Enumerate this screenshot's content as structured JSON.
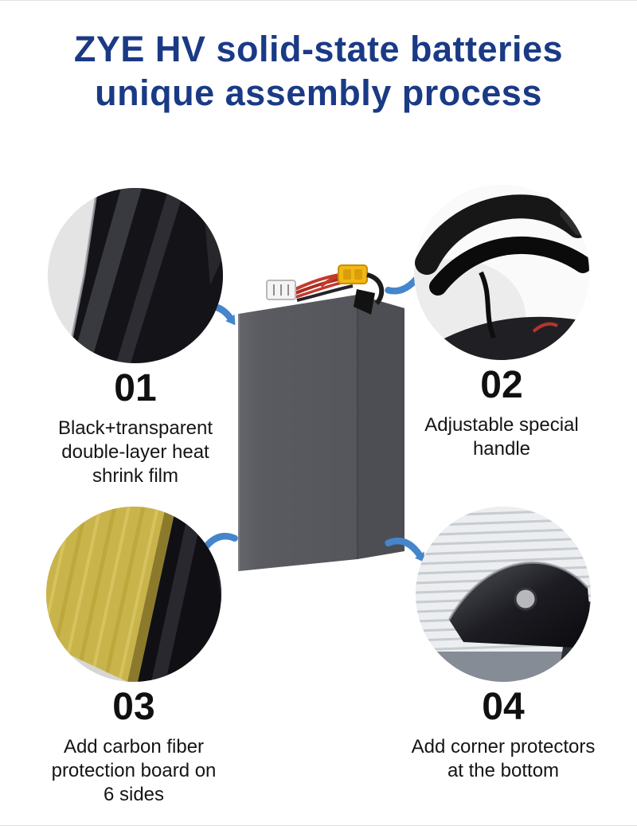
{
  "header": {
    "title_line1": "ZYE HV solid-state batteries",
    "title_line2": "unique assembly process"
  },
  "features": [
    {
      "number": "01",
      "lines": [
        "Black+transparent",
        "double-layer heat",
        "shrink film"
      ],
      "photo_subject": "black-heat-shrink-film"
    },
    {
      "number": "02",
      "lines": [
        "Adjustable special",
        "handle"
      ],
      "photo_subject": "adjustable-handle-strap"
    },
    {
      "number": "03",
      "lines": [
        "Add carbon fiber",
        "protection board on",
        "6 sides"
      ],
      "photo_subject": "carbon-fiber-board"
    },
    {
      "number": "04",
      "lines": [
        "Add corner protectors",
        "at the bottom"
      ],
      "photo_subject": "bottom-corner-protector"
    }
  ],
  "colors": {
    "title": "#1a3a85",
    "arrow": "#4585cb"
  }
}
